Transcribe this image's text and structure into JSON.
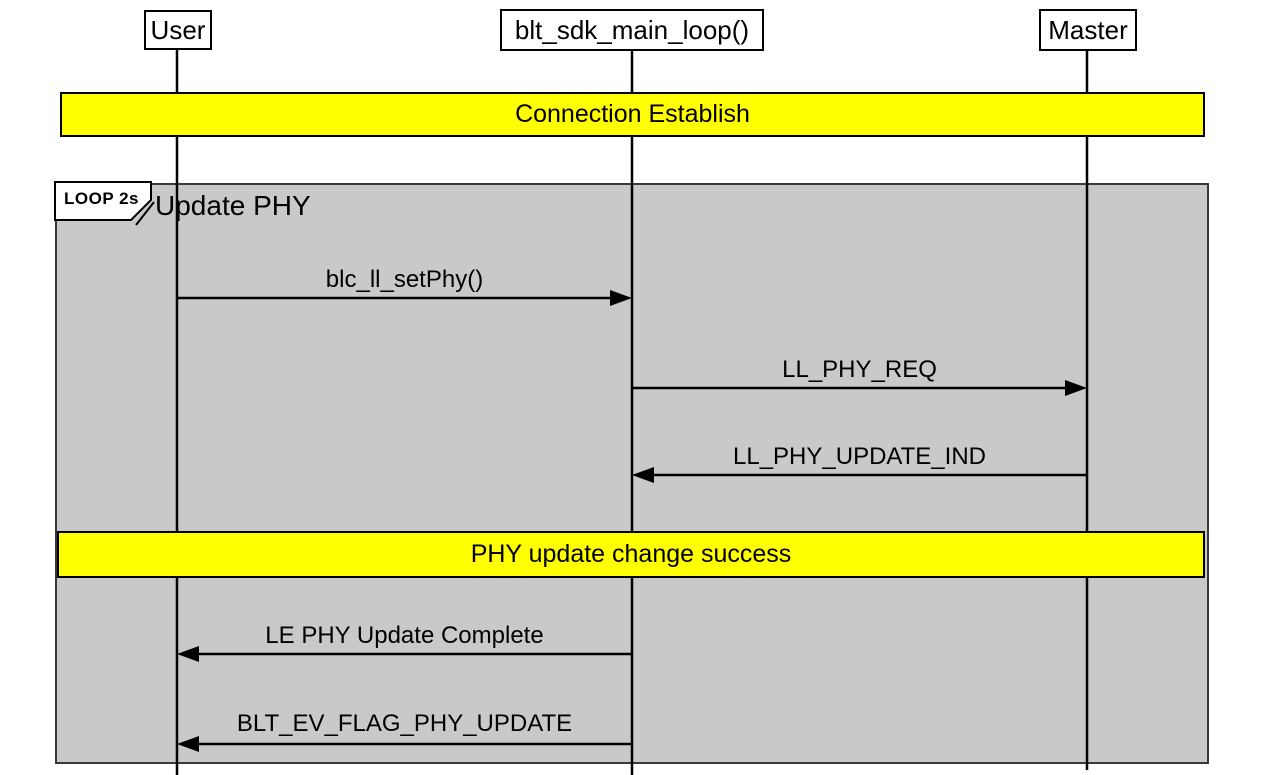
{
  "diagram": {
    "type": "sequence-diagram",
    "participants": [
      {
        "id": "user",
        "label": "User"
      },
      {
        "id": "mainloop",
        "label": "blt_sdk_main_loop()"
      },
      {
        "id": "master",
        "label": "Master"
      }
    ],
    "banners": [
      {
        "label": "Connection Establish"
      },
      {
        "label": "PHY update change success"
      }
    ],
    "loop_fragment": {
      "operator": "LOOP 2s",
      "title": "Update PHY"
    },
    "messages": [
      {
        "label": "blc_ll_setPhy()",
        "from": "User",
        "to": "blt_sdk_main_loop()",
        "direction": "right"
      },
      {
        "label": "LL_PHY_REQ",
        "from": "blt_sdk_main_loop()",
        "to": "Master",
        "direction": "right"
      },
      {
        "label": "LL_PHY_UPDATE_IND",
        "from": "Master",
        "to": "blt_sdk_main_loop()",
        "direction": "left"
      },
      {
        "label": "LE PHY Update Complete",
        "from": "blt_sdk_main_loop()",
        "to": "User",
        "direction": "left"
      },
      {
        "label": "BLT_EV_FLAG_PHY_UPDATE",
        "from": "blt_sdk_main_loop()",
        "to": "User",
        "direction": "left"
      }
    ],
    "colors": {
      "banner_fill": "#FFFF00",
      "fragment_fill": "#C9C9C9",
      "outline": "#000000",
      "participant_fill": "#FFFFFF"
    }
  }
}
